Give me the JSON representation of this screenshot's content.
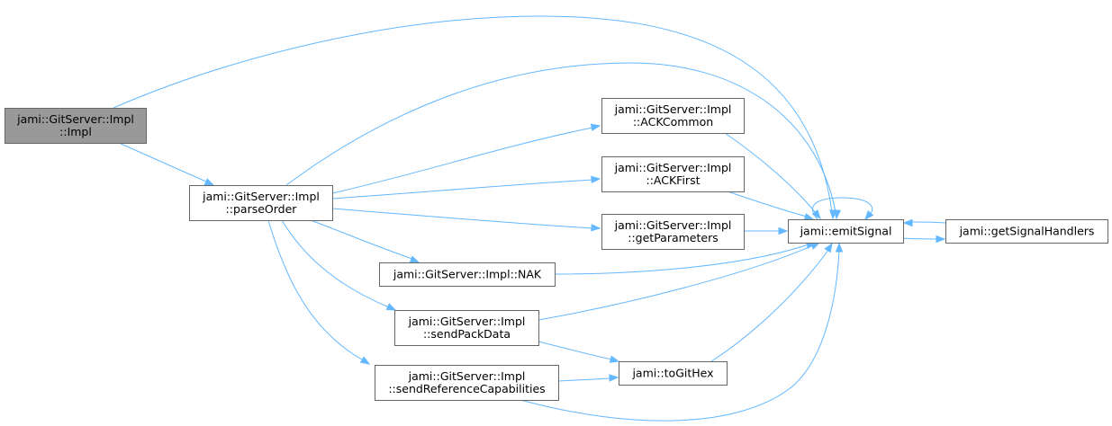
{
  "diagram": {
    "nodes": [
      {
        "id": "impl",
        "lines": [
          "jami::GitServer::Impl",
          "::Impl"
        ],
        "focus": true
      },
      {
        "id": "parseOrder",
        "lines": [
          "jami::GitServer::Impl",
          "::parseOrder"
        ]
      },
      {
        "id": "ackCommon",
        "lines": [
          "jami::GitServer::Impl",
          "::ACKCommon"
        ]
      },
      {
        "id": "ackFirst",
        "lines": [
          "jami::GitServer::Impl",
          "::ACKFirst"
        ]
      },
      {
        "id": "getParameters",
        "lines": [
          "jami::GitServer::Impl",
          "::getParameters"
        ]
      },
      {
        "id": "nak",
        "lines": [
          "jami::GitServer::Impl::NAK"
        ]
      },
      {
        "id": "sendPackData",
        "lines": [
          "jami::GitServer::Impl",
          "::sendPackData"
        ]
      },
      {
        "id": "sendRefCaps",
        "lines": [
          "jami::GitServer::Impl",
          "::sendReferenceCapabilities"
        ]
      },
      {
        "id": "emitSignal",
        "lines": [
          "jami::emitSignal"
        ]
      },
      {
        "id": "getSignalHandlers",
        "lines": [
          "jami::getSignalHandlers"
        ]
      },
      {
        "id": "toGitHex",
        "lines": [
          "jami::toGitHex"
        ]
      }
    ],
    "edges": [
      {
        "from": "impl",
        "to": "emitSignal"
      },
      {
        "from": "impl",
        "to": "parseOrder"
      },
      {
        "from": "parseOrder",
        "to": "emitSignal"
      },
      {
        "from": "parseOrder",
        "to": "ackCommon"
      },
      {
        "from": "parseOrder",
        "to": "ackFirst"
      },
      {
        "from": "parseOrder",
        "to": "getParameters"
      },
      {
        "from": "parseOrder",
        "to": "nak"
      },
      {
        "from": "parseOrder",
        "to": "sendPackData"
      },
      {
        "from": "parseOrder",
        "to": "sendRefCaps"
      },
      {
        "from": "ackCommon",
        "to": "emitSignal"
      },
      {
        "from": "ackFirst",
        "to": "emitSignal"
      },
      {
        "from": "getParameters",
        "to": "emitSignal"
      },
      {
        "from": "nak",
        "to": "emitSignal"
      },
      {
        "from": "sendPackData",
        "to": "emitSignal"
      },
      {
        "from": "sendPackData",
        "to": "toGitHex"
      },
      {
        "from": "sendRefCaps",
        "to": "toGitHex"
      },
      {
        "from": "sendRefCaps",
        "to": "emitSignal"
      },
      {
        "from": "toGitHex",
        "to": "emitSignal"
      },
      {
        "from": "emitSignal",
        "to": "emitSignal"
      },
      {
        "from": "emitSignal",
        "to": "getSignalHandlers"
      },
      {
        "from": "getSignalHandlers",
        "to": "emitSignal"
      }
    ],
    "colors": {
      "edge": "#63b8ff",
      "focus_fill": "#999999",
      "border": "#666666"
    }
  }
}
